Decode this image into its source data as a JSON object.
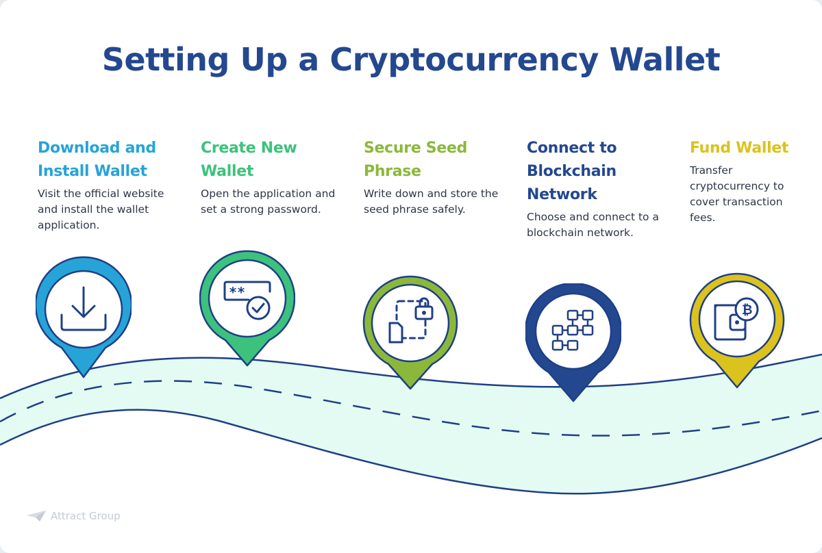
{
  "title": "Setting Up a Cryptocurrency Wallet",
  "colors": {
    "title": "#24488f",
    "road_fill": "#e3fbf2",
    "road_edge": "#1f3f86",
    "step1": "#26a4d8",
    "step2": "#3cc27d",
    "step3": "#8bb83a",
    "step4": "#24488f",
    "step5": "#dcc21c"
  },
  "steps": [
    {
      "title": "Download and Install Wallet",
      "description": "Visit the official website and install the wallet application.",
      "icon": "download-icon"
    },
    {
      "title": "Create New Wallet",
      "description": "Open the application and set a strong password.",
      "icon": "password-check-icon"
    },
    {
      "title": "Secure Seed Phrase",
      "description": "Write down and store the seed phrase safely.",
      "icon": "secure-document-lock-icon"
    },
    {
      "title": "Connect to Blockchain Network",
      "description": "Choose and connect to a blockchain network.",
      "icon": "blockchain-network-icon"
    },
    {
      "title": "Fund Wallet",
      "description": "Transfer cryptocurrency to cover transaction fees.",
      "icon": "wallet-bitcoin-icon"
    }
  ],
  "logo": {
    "text": "Attract Group"
  }
}
